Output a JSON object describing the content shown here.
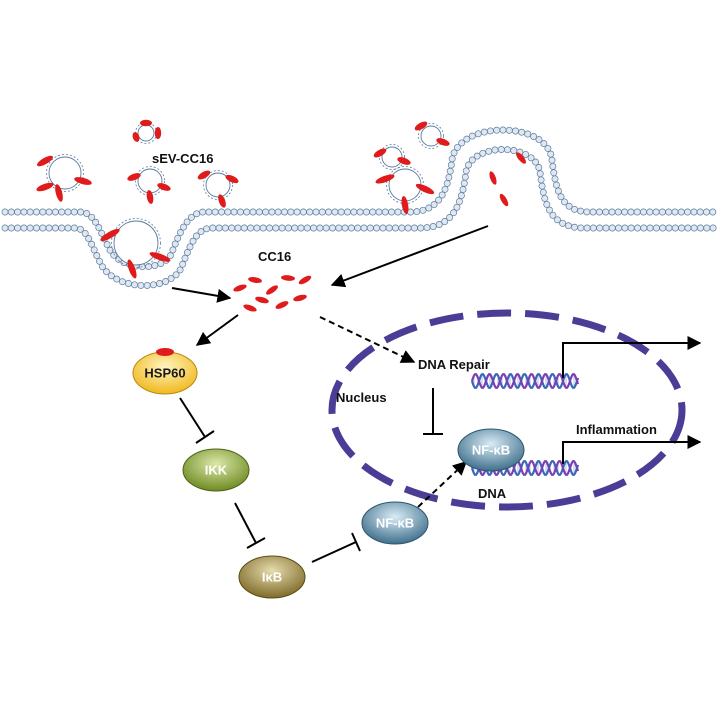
{
  "labels": {
    "sev": "sEV-CC16",
    "cc16": "CC16",
    "nucleus": "Nucleus",
    "dna_repair": "DNA Repair",
    "inflammation": "Inflammation",
    "dna": "DNA"
  },
  "nodes": {
    "hsp60": "HSP60",
    "ikk": "IKK",
    "ikb": "IκB",
    "nfkb_cyto": "NF-κB",
    "nfkb_nuc": "NF-κB"
  },
  "colors": {
    "membrane_head": "#dfe8f2",
    "membrane_stroke": "#5b7a9c",
    "cargo_red": "#e01b1b",
    "nucleus": "#4b3c96",
    "hsp60": "#f2c33a",
    "ikk": "#7d9a2e",
    "ikb": "#8e7a36",
    "nfkb": "#4b7b96",
    "dna_blue": "#3a67b8",
    "dna_purple": "#7a3fb0"
  }
}
